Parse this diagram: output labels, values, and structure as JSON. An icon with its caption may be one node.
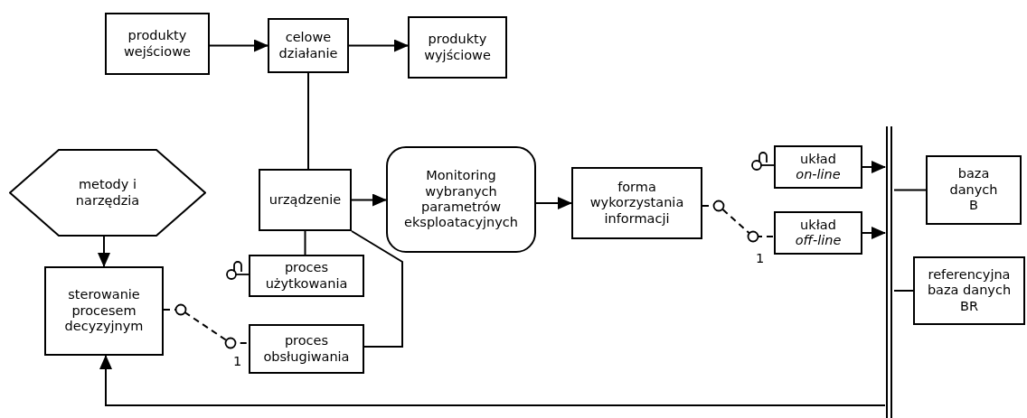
{
  "diagram": {
    "nodes": [
      {
        "text": [
          "produkty wejściowe"
        ]
      },
      {
        "text": [
          "celowe działanie"
        ]
      },
      {
        "text": [
          "produkty wyjściowe"
        ]
      },
      {
        "text": [
          "metody i narzędzia"
        ]
      },
      {
        "text": [
          "urządzenie"
        ]
      },
      {
        "text": [
          "Monitoring wybranych parametrów eksploatacyjnych"
        ]
      },
      {
        "text": [
          "forma wykorzystania informacji"
        ]
      },
      {
        "text": [
          "układ *on-line*"
        ]
      },
      {
        "text": [
          "układ *off-line*"
        ]
      },
      {
        "text": [
          "baza danych B"
        ]
      },
      {
        "text": [
          "referencyjna baza danych BR"
        ]
      },
      {
        "text": [
          "proces użytkowania"
        ]
      },
      {
        "text": [
          "sterowanie procesem decyzyjnym"
        ]
      },
      {
        "text": [
          "proces obsługiwania"
        ]
      },
      {
        "text": [],
        "shape": "bar"
      }
    ],
    "edges": [
      {
        "from": 0,
        "to": 1,
        "arrow": "to"
      },
      {
        "from": 1,
        "to": 2,
        "arrow": "to"
      },
      {
        "from": 1,
        "to": 4,
        "arrow": "none"
      },
      {
        "from": 3,
        "to": 12,
        "arrow": "to"
      },
      {
        "from": 4,
        "to": 5,
        "arrow": "to"
      },
      {
        "from": 5,
        "to": 6,
        "arrow": "to"
      },
      {
        "from": 6,
        "to": 8,
        "arrow": "none",
        "style": "dashed"
      },
      {
        "from": 7,
        "to": 14,
        "arrow": "to"
      },
      {
        "from": 8,
        "to": 14,
        "arrow": "to"
      },
      {
        "from": 14,
        "to": 9,
        "arrow": "none"
      },
      {
        "from": 14,
        "to": 10,
        "arrow": "none"
      },
      {
        "from": 14,
        "to": 12,
        "arrow": "to"
      },
      {
        "from": 4,
        "to": 11,
        "arrow": "none"
      },
      {
        "from": 4,
        "to": 13,
        "arrow": "none"
      },
      {
        "from": 12,
        "to": 13,
        "arrow": "none",
        "style": "dashed"
      }
    ],
    "labels": [
      "1",
      "1"
    ]
  }
}
